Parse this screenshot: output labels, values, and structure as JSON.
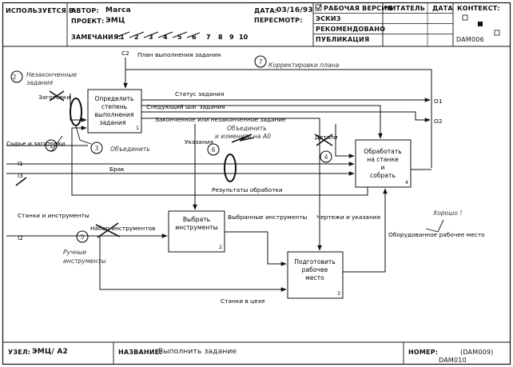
{
  "header": {
    "used_at_label": "ИСПОЛЬЗУЕТСЯ В:",
    "author_label": "АВТОР:",
    "author_value": "Marca",
    "project_label": "ПРОЕКТ:",
    "project_value": "ЭМЦ",
    "notes_label": "ЗАМЕЧАНИЯ:",
    "notes_numbers": [
      "1",
      "2",
      "3",
      "4",
      "5",
      "6",
      "7",
      "8",
      "9",
      "10"
    ],
    "date_label": "ДАТА:",
    "date_value": "03/16/93",
    "review_label": "ПЕРЕСМОТР:",
    "status_rows": [
      "РАБОЧАЯ ВЕРСИЯ",
      "ЭСКИЗ",
      "РЕКОМЕНДОВАНО",
      "ПУБЛИКАЦИЯ"
    ],
    "reader_label": "ЧИТАТЕЛЬ",
    "date_col_label": "ДАТА",
    "context_label": "КОНТЕКСТ:",
    "context_id": "DAM006"
  },
  "footer": {
    "node_label": "УЗЕЛ:",
    "node_value": "ЭМЦ/ A2",
    "name_label": "НАЗВАНИЕ:",
    "name_value": "Выполнить задание",
    "number_label": "НОМЕР:",
    "number_value": "(DAM009)",
    "number_sub": "DAM010"
  },
  "diagram": {
    "boxes": [
      {
        "label_lines": [
          "Определить",
          "степень",
          "выполнения",
          "задания"
        ],
        "num": "1"
      },
      {
        "label_lines": [
          "Выбрать",
          "инструменты"
        ],
        "num": "2"
      },
      {
        "label_lines": [
          "Подготовить",
          "рабочее",
          "место"
        ],
        "num": "3"
      },
      {
        "label_lines": [
          "Обработать",
          "на станке",
          "и",
          "собрать"
        ],
        "num": "4"
      }
    ],
    "arrow_labels": {
      "c2": "C2",
      "plan": "План выполнения задания",
      "status": "Статус задания",
      "next_step": "Следующий шаг задания",
      "finished": "Законченное или незаконченное задание",
      "o1": "O1",
      "o2": "O2",
      "blanks": "Заготовки",
      "raw": "Сырье и заготовки",
      "i1": "I1",
      "i3": "I3",
      "defect": "Брак",
      "details": "Детали",
      "instructions": "Указания",
      "results": "Результаты обработки",
      "machines_tools": "Станки и инструменты",
      "i2": "I2",
      "tool_set": "Набор инструментов",
      "selected_tools": "Выбранные инструменты",
      "drawings": "Чертежи и указания",
      "equipped": "Оборудованное рабочее место",
      "machines_shop": "Станки в цехе"
    },
    "annotations": {
      "n2": "2",
      "n2_text": [
        "Незаконченные",
        "задания"
      ],
      "n1": "1",
      "n3": "3",
      "n3_text": "Объединить",
      "n4": "4",
      "n5": "5",
      "n5_text": [
        "Ручные",
        "инструменты"
      ],
      "n6": "6",
      "n6_text": [
        "Объединить",
        "и изменить на А0"
      ],
      "n7": "7",
      "n7_text": "Корректировки плана",
      "good": "Хорошо !"
    }
  }
}
